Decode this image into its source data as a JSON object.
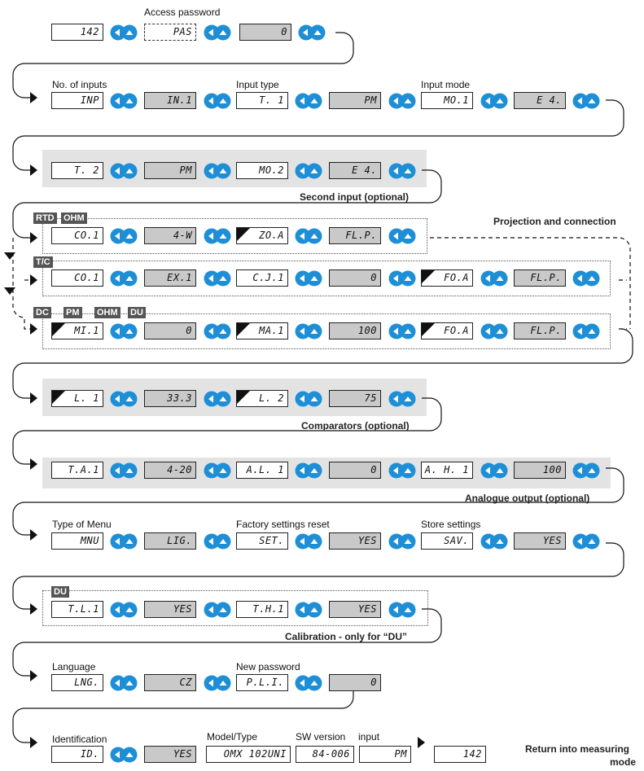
{
  "labels": {
    "access_password": "Access password",
    "no_inputs": "No. of inputs",
    "input_type": "Input type",
    "input_mode": "Input mode",
    "second_input": "Second input (optional)",
    "projection": "Projection and connection",
    "comparators": "Comparators (optional)",
    "analogue": "Analogue output (optional)",
    "type_menu": "Type of Menu",
    "factory_reset": "Factory settings reset",
    "store": "Store settings",
    "calibration": "Calibration - only for “DU”",
    "language": "Language",
    "new_password": "New password",
    "identification": "Identification",
    "model_type": "Model/Type",
    "sw_version": "SW version",
    "input": "input",
    "return_1": "Return into measuring",
    "return_2": "mode"
  },
  "tags": {
    "rtd": "RTD",
    "ohm": "OHM",
    "tc": "T/C",
    "dc": "DC",
    "pm": "PM",
    "ohm2": "OHM",
    "du": "DU",
    "du2": "DU"
  },
  "rows": {
    "r1": [
      "142",
      "PAS",
      "0"
    ],
    "r2": [
      "INP",
      "IN.1",
      "T. 1",
      "PM",
      "MO.1",
      "E 4."
    ],
    "r3": [
      "T. 2",
      "PM",
      "MO.2",
      "E 4."
    ],
    "r4": [
      "CO.1",
      "4-W",
      "ZO.A",
      "FL.P."
    ],
    "r5": [
      "CO.1",
      "EX.1",
      "C.J.1",
      "0",
      "FO.A",
      "FL.P."
    ],
    "r6": [
      "MI.1",
      "0",
      "MA.1",
      "100",
      "FO.A",
      "FL.P."
    ],
    "r7": [
      "L. 1",
      "33.3",
      "L. 2",
      "75"
    ],
    "r8": [
      "T.A.1",
      "4-20",
      "A.L. 1",
      "0",
      "A. H. 1",
      "100"
    ],
    "r9": [
      "MNU",
      "LIG.",
      "SET.",
      "YES",
      "SAV.",
      "YES"
    ],
    "r10": [
      "T.L.1",
      "YES",
      "T.H.1",
      "YES"
    ],
    "r11": [
      "LNG.",
      "CZ",
      "P.L.I.",
      "0"
    ],
    "r12": [
      "ID.",
      "YES",
      "OMX 102UNI",
      "84-006",
      "PM",
      "142"
    ]
  },
  "colors": {
    "button_blue": "#1e8fd6",
    "band_gray": "#e3e3e3",
    "display_gray": "#c9c9c9"
  },
  "icons": {
    "nav_button": "up-down-arrow-button-icon",
    "flow_arrow": "flow-arrow-icon"
  }
}
